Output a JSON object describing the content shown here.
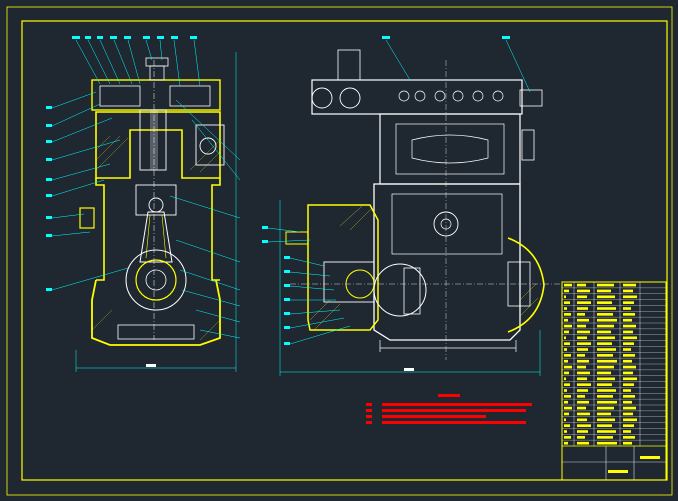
{
  "sheet": {
    "background": "#1f2731",
    "frame_color": "#ffff00",
    "geometry_color": "#ffffff",
    "section_color": "#ffff00",
    "dimension_color": "#00ffff",
    "notes_color": "#ff0000",
    "leader_color": "#00ffff"
  },
  "views": [
    {
      "id": "front-section",
      "description_shown": false
    },
    {
      "id": "side-view",
      "description_shown": false
    }
  ],
  "title_block": {
    "rows": 28,
    "columns": 5
  },
  "technical_requirements": {
    "lines": 4
  }
}
